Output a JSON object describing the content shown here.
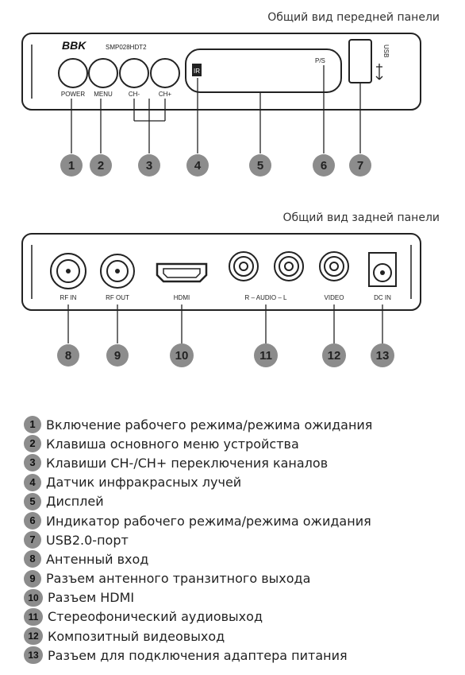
{
  "front": {
    "title": "Общий вид передней панели",
    "brand": "BBK",
    "model": "SMP028HDT2",
    "labels": {
      "power": "POWER",
      "menu": "MENU",
      "ch_minus": "CH-",
      "ch_plus": "CH+",
      "ps": "P/S",
      "ir": "IR",
      "usb": "USB"
    },
    "callouts": [
      "1",
      "2",
      "3",
      "4",
      "5",
      "6",
      "7"
    ]
  },
  "rear": {
    "title": "Общий вид задней панели",
    "labels": {
      "rf_in": "RF IN",
      "rf_out": "RF OUT",
      "hdmi": "HDMI",
      "audio": "R – AUDIO – L",
      "video": "VIDEO",
      "dc_in": "DC IN"
    },
    "callouts": [
      "8",
      "9",
      "10",
      "11",
      "12",
      "13"
    ]
  },
  "legend": [
    {
      "num": "1",
      "text": "Включение рабочего режима/режима ожидания"
    },
    {
      "num": "2",
      "text": "Клавиша основного меню устройства"
    },
    {
      "num": "3",
      "text": "Клавиши CH-/CH+ переключения каналов"
    },
    {
      "num": "4",
      "text": "Датчик инфракрасных лучей"
    },
    {
      "num": "5",
      "text": "Дисплей"
    },
    {
      "num": "6",
      "text": "Индикатор рабочего режима/режима ожидания"
    },
    {
      "num": "7",
      "text": "USB2.0-порт"
    },
    {
      "num": "8",
      "text": "Антенный вход"
    },
    {
      "num": "9",
      "text": "Разъем антенного транзитного выхода"
    },
    {
      "num": "10",
      "text": "Разъем HDMI"
    },
    {
      "num": "11",
      "text": "Стереофонический аудиовыход"
    },
    {
      "num": "12",
      "text": "Композитный видеовыход"
    },
    {
      "num": "13",
      "text": "Разъем для подключения адаптера питания"
    }
  ]
}
